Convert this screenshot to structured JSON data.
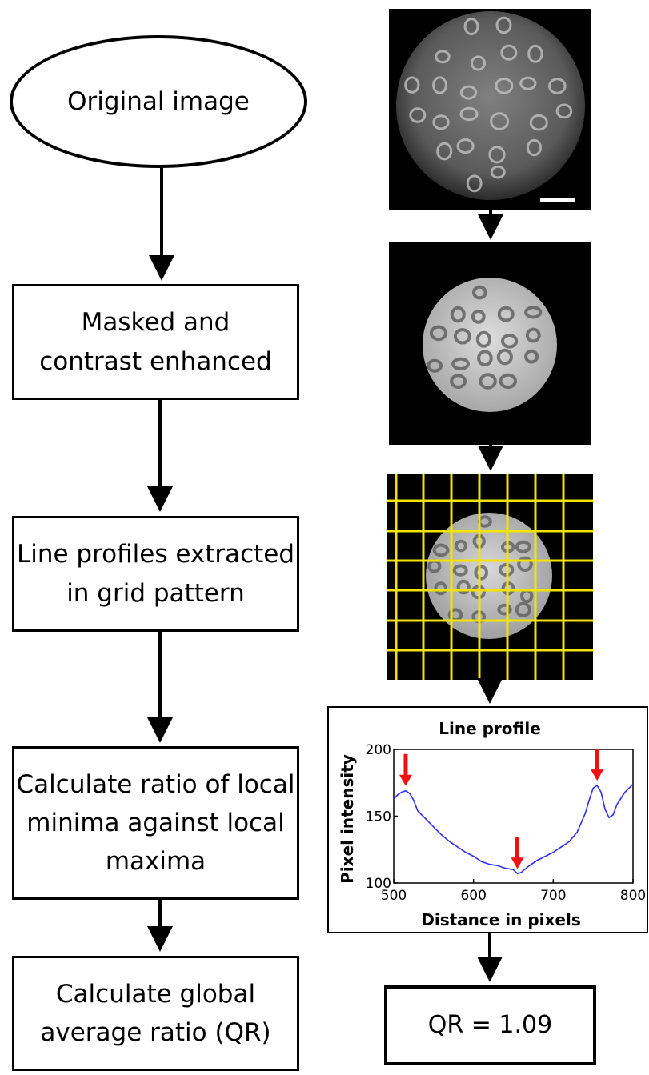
{
  "flow": {
    "original_image": "Original image",
    "masked_line1": "Masked and",
    "masked_line2": "contrast enhanced",
    "profiles_line1": "Line profiles extracted",
    "profiles_line2": "in grid pattern",
    "ratio_line1": "Calculate ratio of local",
    "ratio_line2": "minima against local",
    "ratio_line3": "maxima",
    "global_line1": "Calculate global",
    "global_line2": "average ratio (QR)"
  },
  "result": {
    "qr_text": "QR = 1.09"
  },
  "colors": {
    "grid": "#f5e400",
    "profile_line": "#2e2ef0",
    "marker_arrow": "#ee1111"
  },
  "chart_data": {
    "type": "line",
    "title": "Line profile",
    "xlabel": "Distance in pixels",
    "ylabel": "Pixel intensity",
    "xlim": [
      500,
      800
    ],
    "ylim": [
      100,
      200
    ],
    "xticks": [
      "500",
      "600",
      "700",
      "800"
    ],
    "yticks": [
      "100",
      "150",
      "200"
    ],
    "series": [
      {
        "x": [
          500,
          505,
          510,
          515,
          520,
          525,
          530,
          540,
          550,
          560,
          570,
          580,
          590,
          600,
          610,
          620,
          630,
          640,
          650,
          655,
          660,
          670,
          680,
          690,
          700,
          710,
          720,
          730,
          740,
          745,
          750,
          755,
          760,
          765,
          770,
          775,
          780,
          790,
          800
        ],
        "y": [
          163,
          166,
          168,
          169,
          167,
          162,
          154,
          148,
          142,
          136,
          131,
          127,
          123,
          120,
          116,
          114,
          113,
          111,
          110,
          107,
          108,
          113,
          117,
          120,
          123,
          127,
          131,
          138,
          152,
          162,
          171,
          173,
          168,
          155,
          149,
          151,
          159,
          168,
          174
        ]
      }
    ],
    "markers_x": [
      515,
      655,
      755
    ]
  }
}
